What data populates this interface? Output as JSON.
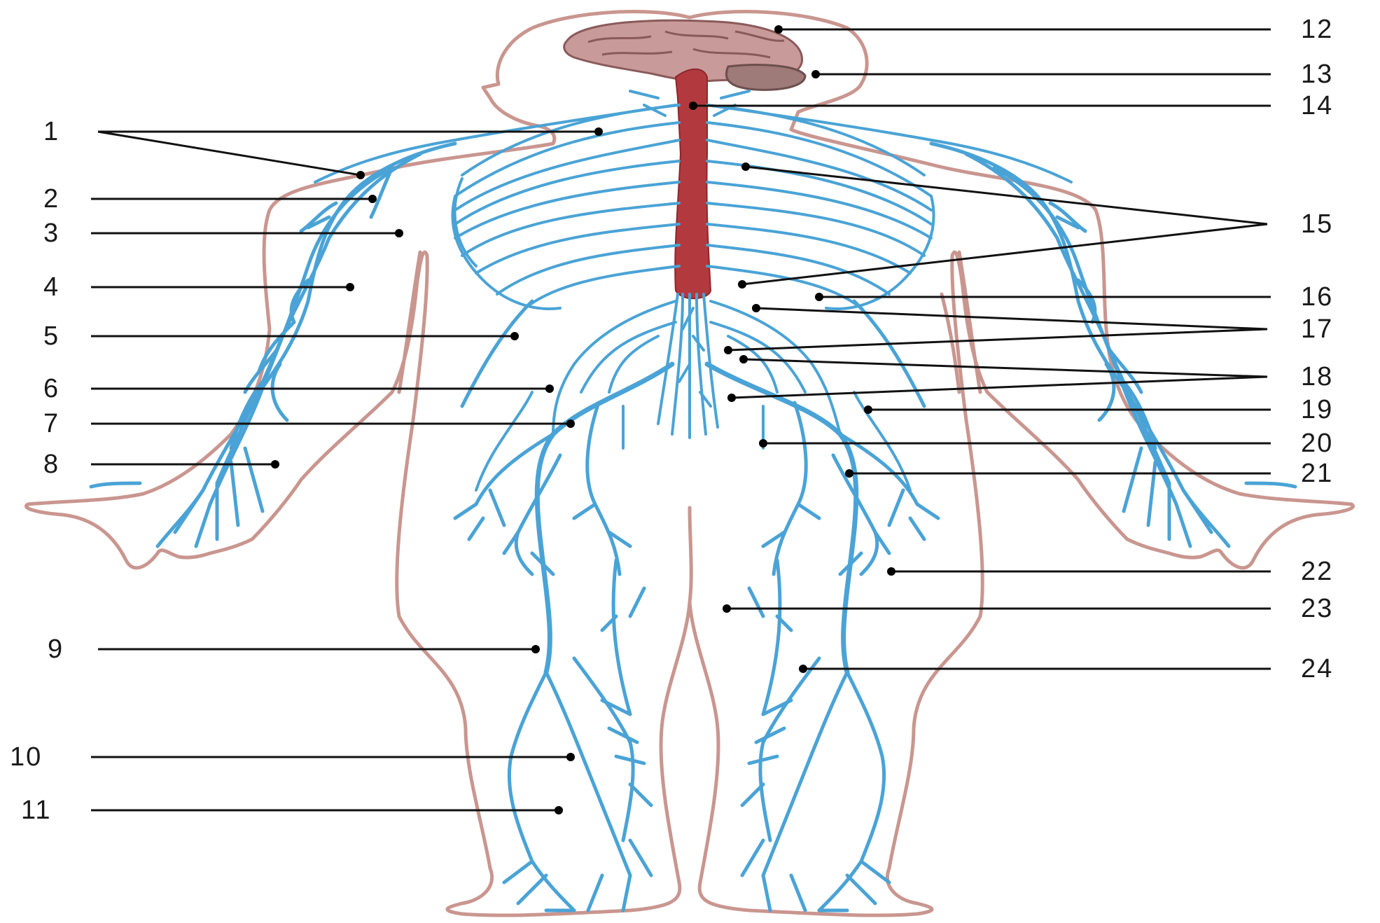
{
  "labels": [
    {
      "id": "1",
      "text": "1"
    },
    {
      "id": "2",
      "text": "2"
    },
    {
      "id": "3",
      "text": "3"
    },
    {
      "id": "4",
      "text": "4"
    },
    {
      "id": "5",
      "text": "5"
    },
    {
      "id": "6",
      "text": "6"
    },
    {
      "id": "7",
      "text": "7"
    },
    {
      "id": "8",
      "text": "8"
    },
    {
      "id": "9",
      "text": "9"
    },
    {
      "id": "10",
      "text": "10"
    },
    {
      "id": "11",
      "text": "11"
    },
    {
      "id": "12",
      "text": "12"
    },
    {
      "id": "13",
      "text": "13"
    },
    {
      "id": "14",
      "text": "14"
    },
    {
      "id": "15",
      "text": "15"
    },
    {
      "id": "16",
      "text": "16"
    },
    {
      "id": "17",
      "text": "17"
    },
    {
      "id": "18",
      "text": "18"
    },
    {
      "id": "19",
      "text": "19"
    },
    {
      "id": "20",
      "text": "20"
    },
    {
      "id": "21",
      "text": "21"
    },
    {
      "id": "22",
      "text": "22"
    },
    {
      "id": "23",
      "text": "23"
    },
    {
      "id": "24",
      "text": "24"
    }
  ],
  "colors": {
    "nerve": "#4aa3d6",
    "spinal_cord": "#b23a3f",
    "brain": "#c99a9a",
    "body_outline": "#c9968f",
    "leader_line": "#111111"
  },
  "icons": [
    "brain-illustration",
    "spinal-cord-illustration",
    "body-outline",
    "nerve-network"
  ]
}
